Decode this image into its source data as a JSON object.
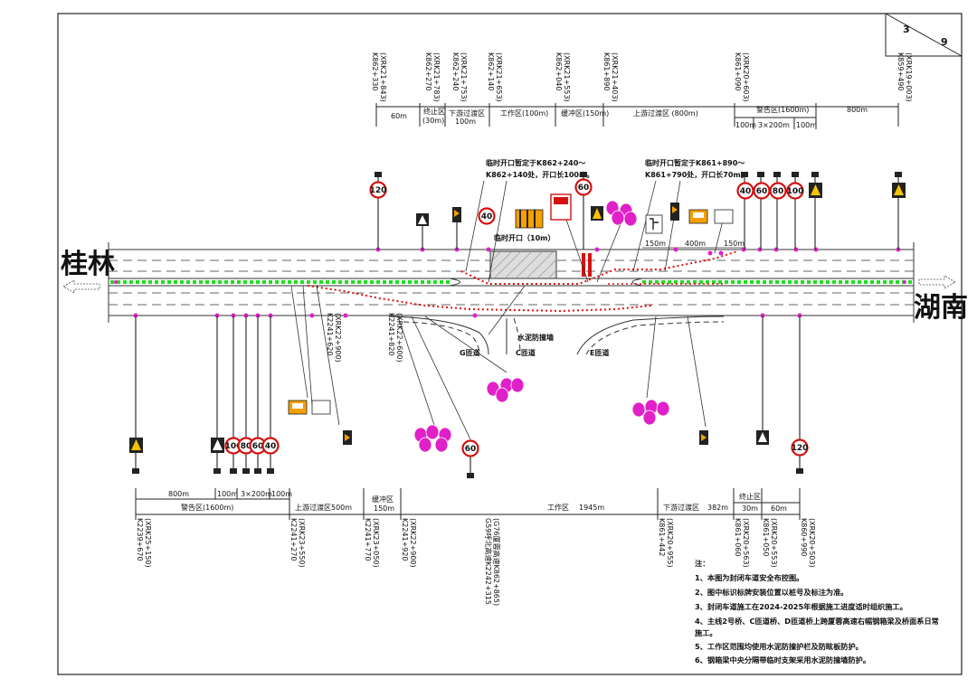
{
  "title_block": {
    "sheet": "3",
    "total": "9"
  },
  "cities": {
    "left": "桂林",
    "right": "湖南"
  },
  "top_stakes": [
    {
      "main": "K862+330",
      "sub": "(XRK21+843)"
    },
    {
      "main": "K862+270",
      "sub": "(XRK21+783)"
    },
    {
      "main": "K862+240",
      "sub": "(XRK21+753)"
    },
    {
      "main": "K862+140",
      "sub": "(XRK21+653)"
    },
    {
      "main": "K862+040",
      "sub": "(XRK21+553)"
    },
    {
      "main": "K861+890",
      "sub": "(XRK21+403)"
    },
    {
      "main": "K861+090",
      "sub": "(XRK20+603)"
    },
    {
      "main": "K859+490",
      "sub": "(XRK19+003)"
    }
  ],
  "top_zones": {
    "z60": "60m",
    "end_zone": "终止区",
    "end_len": "(30m)",
    "down_trans": "下游过渡区",
    "down_len": "100m",
    "work": "工作区(100m)",
    "buffer": "缓冲区(150m)",
    "up_trans": "上游过渡区 (800m)",
    "warn": "警告区(1600m)",
    "z800": "800m",
    "w100a": "100m",
    "w3x200": "3×200m",
    "w100b": "100m"
  },
  "callouts": {
    "open1_l1": "临时开口暂定于K862+240～",
    "open1_l2": "K862+140处，开口长100m。",
    "open2_l1": "临时开口暂定于K861+890～",
    "open2_l2": "K861+790处，开口长70m。",
    "temp_open": "临时开口（10m）",
    "d150": "150m",
    "d400": "400m",
    "d150b": "150m",
    "barrier": "水泥防撞墙"
  },
  "ramps": {
    "g": "G匝道",
    "c": "C匝道",
    "e": "E匝道"
  },
  "mid_stakes": [
    {
      "main": "K2241+620",
      "sub": "(XRK22+900)"
    },
    {
      "main": "K2241+820",
      "sub": "(XRK22+600)"
    }
  ],
  "speed_signs": {
    "top1": "120",
    "top2": "40",
    "top3": "60",
    "top4": "40",
    "top5": "60",
    "top6": "80",
    "top7": "100",
    "bot1": "100",
    "bot2": "80",
    "bot3": "60",
    "bot4": "40",
    "bot5": "60",
    "bot6": "120"
  },
  "bottom_zones": {
    "z800": "800m",
    "z100a": "100m",
    "z3x200": "3×200m",
    "z100b": "100m",
    "warn": "警告区(1600m)",
    "up_trans": "上游过渡区",
    "up_len": "500m",
    "buffer": "缓冲区",
    "buffer_len": "150m",
    "work": "工作区",
    "work_len": "1945m",
    "down_trans": "下游过渡区",
    "down_len": "382m",
    "end_zone": "终止区",
    "end_len": "30m",
    "z60": "60m"
  },
  "bottom_stakes": [
    {
      "main": "K2239+670",
      "sub": "(XRK25+150)"
    },
    {
      "main": "K2241+270",
      "sub": "(XRK23+550)"
    },
    {
      "main": "K2241+770",
      "sub": "(XRK23+050)"
    },
    {
      "main": "K2241+920",
      "sub": "(XRK22+900)"
    },
    {
      "main": "G59呼北高速K2242+315",
      "sub": "(G76厦蓉高速K862+865)"
    },
    {
      "main": "K861+442",
      "sub": "(XRK20+955)"
    },
    {
      "main": "K861+060",
      "sub": "(XRK20+563)"
    },
    {
      "main": "K861+050",
      "sub": "(XRK20+553)"
    },
    {
      "main": "K860+990",
      "sub": "(XRK20+503)"
    }
  ],
  "notes": {
    "head": "注：",
    "n1": "1、本图为封闭车道安全布控图。",
    "n2": "2、图中标识标牌安装位置以桩号及标注为准。",
    "n3": "3、封闭车道施工在2024-2025年根据施工进度适时组织施工。",
    "n4a": "4、主线2号桥、C匝道桥、D匝道桥上跨厦蓉高速右幅钢箱梁及桥面系日常",
    "n4b": "施工。",
    "n5": "5、工作区范围均使用水泥防撞护栏及防眩板防护。",
    "n6": "6、钢箱梁中央分隔带临时支架采用水泥防撞墙防护。"
  },
  "colors": {
    "accent_magenta": "#e020c8",
    "cone_red": "#e01010",
    "median_green": "#22dd22",
    "sign_red": "#d41010"
  }
}
